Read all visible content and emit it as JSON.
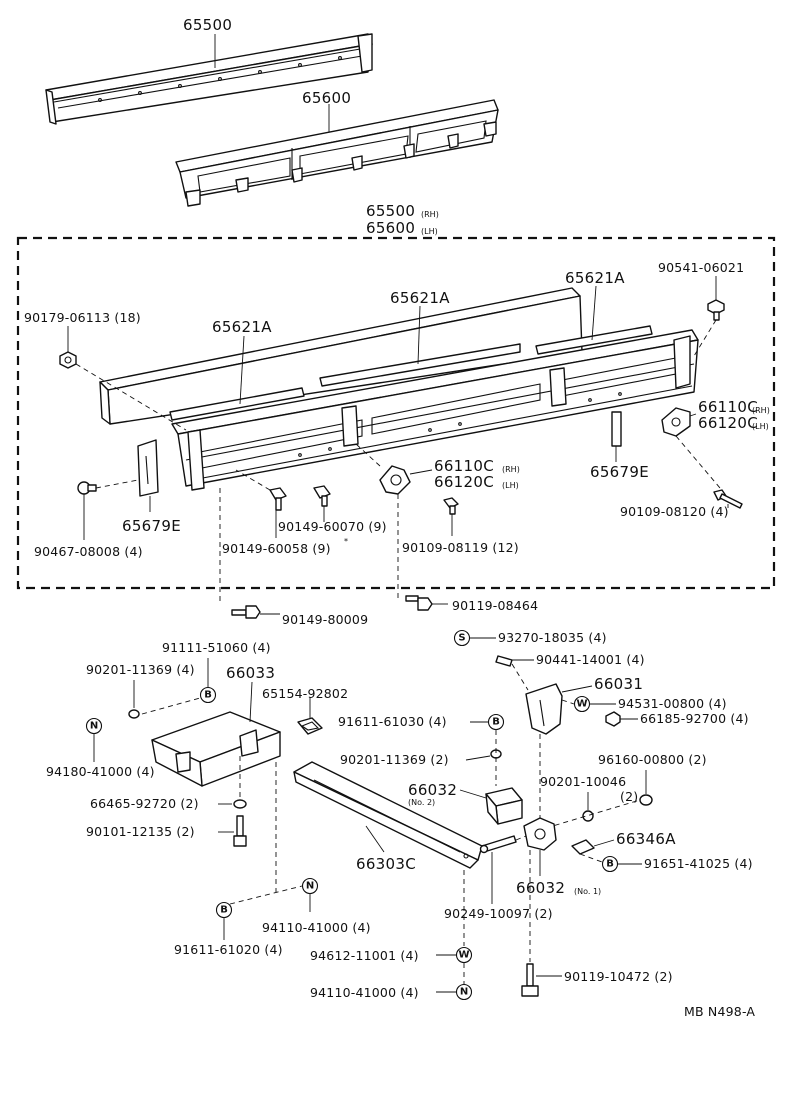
{
  "diagram": {
    "ref_code": "MB N498-A",
    "frame_title": {
      "line1": "65500",
      "line1_suffix": "(RH)",
      "line2": "65600",
      "line2_suffix": "(LH)"
    },
    "labels": {
      "p65500": "65500",
      "p65600": "65600",
      "p65621a_left": "65621A",
      "p65621a_mid": "65621A",
      "p65621a_right": "65621A",
      "p90179": "90179-06113 (18)",
      "p90541": "90541-06021",
      "p66110c_right": "66110C",
      "p66110c_right_sfx": "(RH)",
      "p66120c_right": "66120C",
      "p66120c_right_sfx": "(LH)",
      "p66110c_mid": "66110C",
      "p66110c_mid_sfx": "(RH)",
      "p66120c_mid": "66120C",
      "p66120c_mid_sfx": "(LH)",
      "p65679e_right": "65679E",
      "p65679e_left": "65679E",
      "p90109_08120": "90109-08120 (4)",
      "p90467": "90467-08008 (4)",
      "p90149_60070": "90149-60070 (9)",
      "p90149_60058": "90149-60058 (9)",
      "p90109_08119": "90109-08119 (12)",
      "p90149_80009": "90149-80009",
      "p90119_08464": "90119-08464",
      "p93270": "93270-18035 (4)",
      "p90441": "90441-14001 (4)",
      "p91111": "91111-51060 (4)",
      "p90201_11369_top": "90201-11369 (4)",
      "p66033": "66033",
      "p65154": "65154-92802",
      "p66031": "66031",
      "p94531": "94531-00800 (4)",
      "p66185": "66185-92700 (4)",
      "p91611_61030": "91611-61030 (4)",
      "p90201_11369_mid": "90201-11369 (2)",
      "p96160": "96160-00800 (2)",
      "p94180": "94180-41000 (4)",
      "p90201_10046": "90201-10046",
      "p90201_10046_qty": "(2)",
      "p66032_no2": "66032",
      "p66032_no2_sfx": "(No. 2)",
      "p66465": "66465-92720 (2)",
      "p90101": "90101-12135 (2)",
      "p66346a": "66346A",
      "p91651": "91651-41025 (4)",
      "p66303c": "66303C",
      "p66032_no1": "66032",
      "p66032_no1_sfx": "(No. 1)",
      "p94110_41000_a": "94110-41000 (4)",
      "p90249": "90249-10097 (2)",
      "p91611_61020": "91611-61020 (4)",
      "p94612": "94612-11001 (4)",
      "p90119_10472": "90119-10472 (2)",
      "p94110_41000_b": "94110-41000 (4)"
    },
    "symbols": {
      "bolt": "B",
      "nut": "N",
      "washer": "W",
      "screw": "S"
    }
  }
}
